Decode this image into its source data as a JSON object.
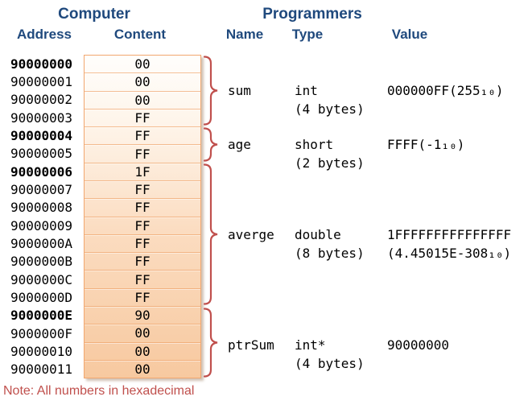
{
  "headers": {
    "computer": "Computer",
    "programmers": "Programmers"
  },
  "columns": {
    "address": "Address",
    "content": "Content",
    "name": "Name",
    "type": "Type",
    "value": "Value"
  },
  "memory": {
    "rows": [
      {
        "address": "90000000",
        "content": "00",
        "bold": true
      },
      {
        "address": "90000001",
        "content": "00",
        "bold": false
      },
      {
        "address": "90000002",
        "content": "00",
        "bold": false
      },
      {
        "address": "90000003",
        "content": "FF",
        "bold": false
      },
      {
        "address": "90000004",
        "content": "FF",
        "bold": true
      },
      {
        "address": "90000005",
        "content": "FF",
        "bold": false
      },
      {
        "address": "90000006",
        "content": "1F",
        "bold": true
      },
      {
        "address": "90000007",
        "content": "FF",
        "bold": false
      },
      {
        "address": "90000008",
        "content": "FF",
        "bold": false
      },
      {
        "address": "90000009",
        "content": "FF",
        "bold": false
      },
      {
        "address": "9000000A",
        "content": "FF",
        "bold": false
      },
      {
        "address": "9000000B",
        "content": "FF",
        "bold": false
      },
      {
        "address": "9000000C",
        "content": "FF",
        "bold": false
      },
      {
        "address": "9000000D",
        "content": "FF",
        "bold": false
      },
      {
        "address": "9000000E",
        "content": "90",
        "bold": true
      },
      {
        "address": "9000000F",
        "content": "00",
        "bold": false
      },
      {
        "address": "90000010",
        "content": "00",
        "bold": false
      },
      {
        "address": "90000011",
        "content": "00",
        "bold": false
      }
    ]
  },
  "variables": [
    {
      "name": "sum",
      "type_line1": "int",
      "type_line2": "(4 bytes)",
      "value_line1": "000000FF(255₁₀)",
      "value_line2": ""
    },
    {
      "name": "age",
      "type_line1": "short",
      "type_line2": "(2 bytes)",
      "value_line1": "FFFF(-1₁₀)",
      "value_line2": ""
    },
    {
      "name": "averge",
      "type_line1": "double",
      "type_line2": "(8 bytes)",
      "value_line1": "1FFFFFFFFFFFFFFF",
      "value_line2": "(4.45015E-308₁₀)"
    },
    {
      "name": "ptrSum",
      "type_line1": "int*",
      "type_line2": "(4 bytes)",
      "value_line1": "90000000",
      "value_line2": ""
    }
  ],
  "note": "Note: All numbers in hexadecimal",
  "colors": {
    "header_blue": "#1F497D",
    "accent_red": "#C0504D",
    "cell_border": "#F2A76F",
    "cell_fill_top": "#FFFEFC",
    "cell_fill_mid": "#FBDCC0",
    "cell_fill_bottom": "#F7C9A0"
  }
}
